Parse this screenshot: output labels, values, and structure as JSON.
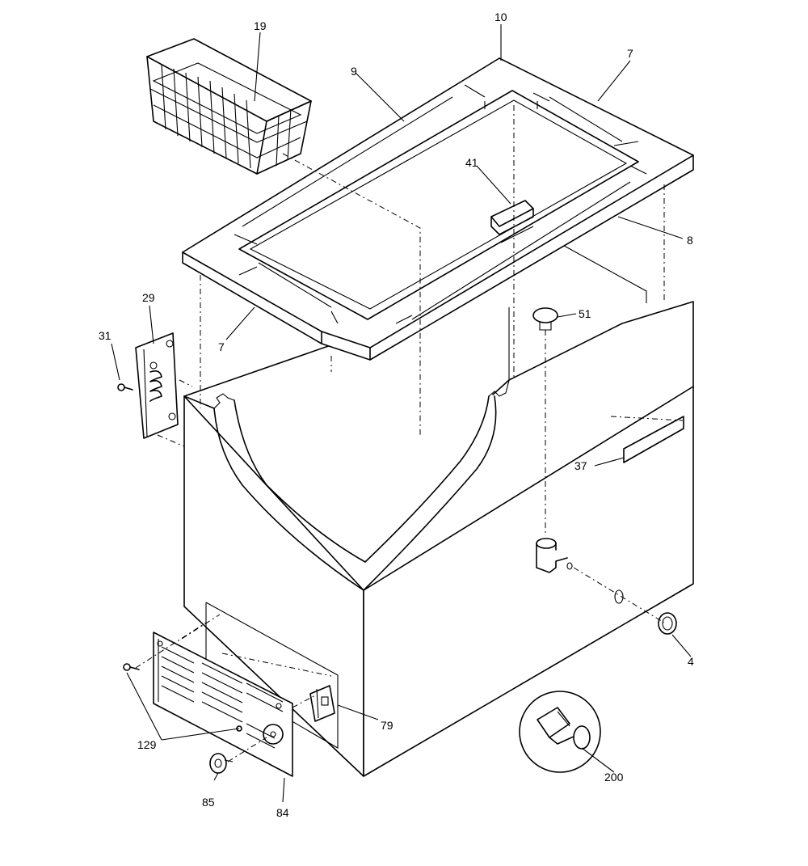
{
  "diagram": {
    "callouts": [
      {
        "id": "c19",
        "text": "19"
      },
      {
        "id": "c10",
        "text": "10"
      },
      {
        "id": "c7a",
        "text": "7"
      },
      {
        "id": "c9",
        "text": "9"
      },
      {
        "id": "c41",
        "text": "41"
      },
      {
        "id": "c8",
        "text": "8"
      },
      {
        "id": "c29",
        "text": "29"
      },
      {
        "id": "c31",
        "text": "31"
      },
      {
        "id": "c7b",
        "text": "7"
      },
      {
        "id": "c51",
        "text": "51"
      },
      {
        "id": "c37",
        "text": "37"
      },
      {
        "id": "c4",
        "text": "4"
      },
      {
        "id": "c79",
        "text": "79"
      },
      {
        "id": "c129",
        "text": "129"
      },
      {
        "id": "c200",
        "text": "200"
      },
      {
        "id": "c85",
        "text": "85"
      },
      {
        "id": "c84",
        "text": "84"
      }
    ]
  }
}
